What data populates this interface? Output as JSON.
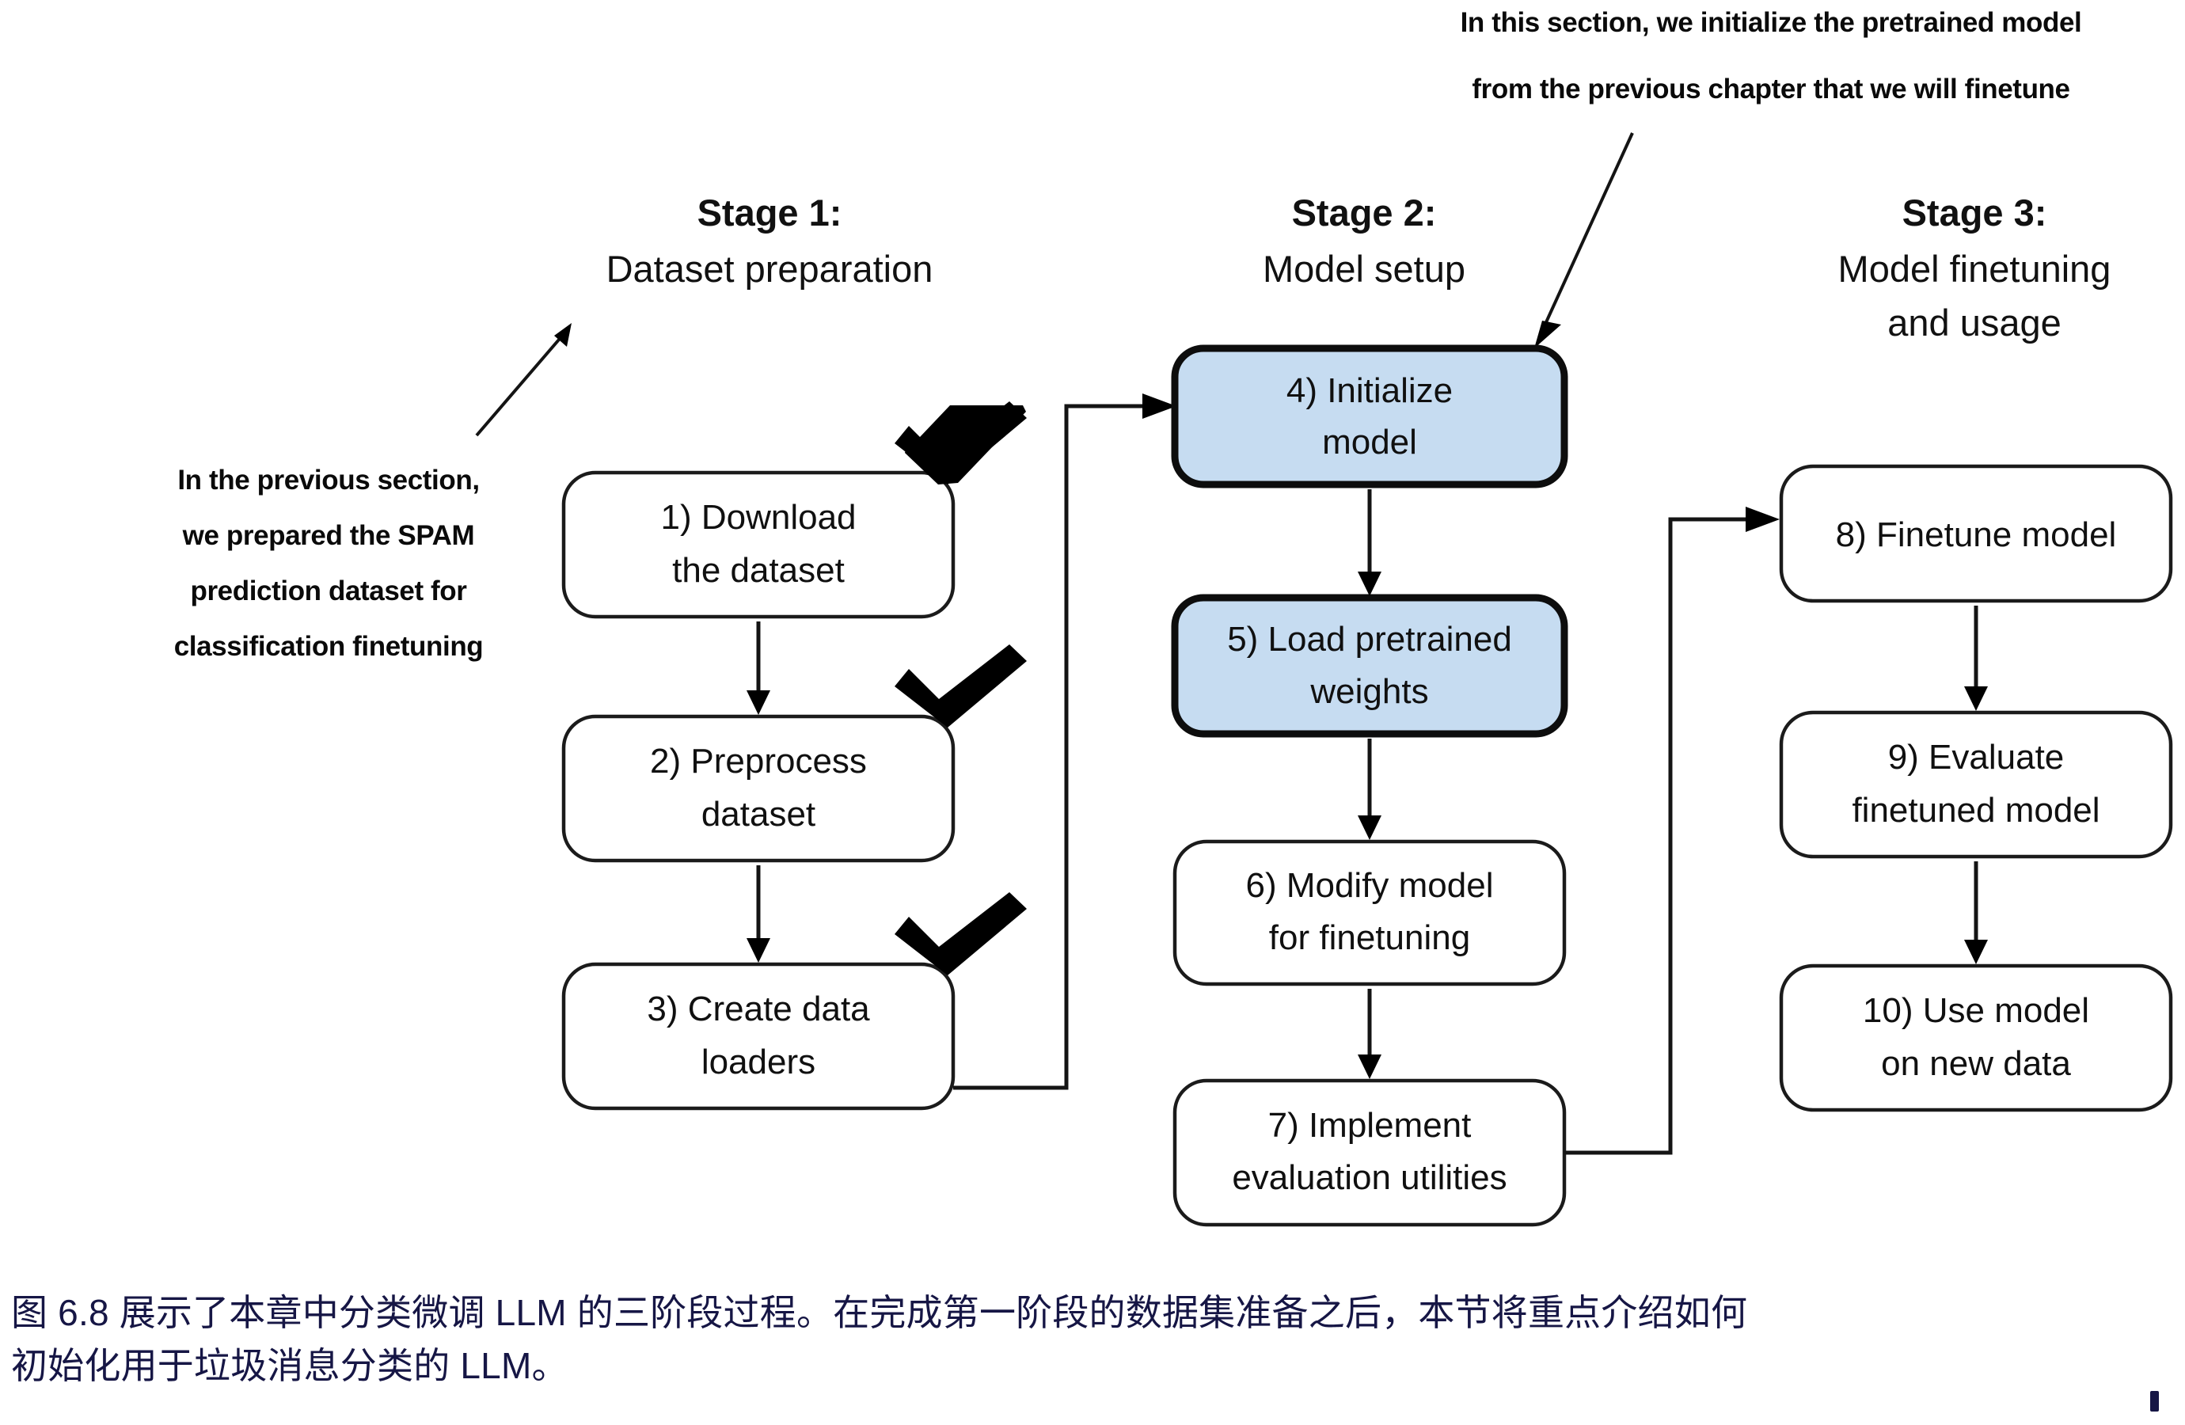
{
  "figure": {
    "annotations": [
      {
        "name": "top-annotation",
        "lines": [
          "In this section, we initialize the pretrained model",
          "from the previous chapter that we will finetune"
        ]
      },
      {
        "name": "left-annotation",
        "lines": [
          "In the previous section,",
          "we prepared the SPAM",
          "prediction dataset for",
          "classification finetuning"
        ]
      }
    ],
    "stages": [
      {
        "id": "stage-1",
        "title_bold": "Stage 1:",
        "title_regular": "Dataset preparation",
        "steps": [
          {
            "id": "step-1",
            "lines": [
              "1) Download",
              "the dataset"
            ],
            "highlighted": false,
            "checked": true
          },
          {
            "id": "step-2",
            "lines": [
              "2) Preprocess",
              "dataset"
            ],
            "highlighted": false,
            "checked": true
          },
          {
            "id": "step-3",
            "lines": [
              "3) Create data",
              "loaders"
            ],
            "highlighted": false,
            "checked": true
          }
        ]
      },
      {
        "id": "stage-2",
        "title_bold": "Stage 2:",
        "title_regular": "Model setup",
        "title_regular_2": "",
        "steps": [
          {
            "id": "step-4",
            "lines": [
              "4) Initialize",
              "model"
            ],
            "highlighted": true,
            "checked": false
          },
          {
            "id": "step-5",
            "lines": [
              "5) Load pretrained",
              "weights"
            ],
            "highlighted": true,
            "checked": false
          },
          {
            "id": "step-6",
            "lines": [
              "6) Modify model",
              "for finetuning"
            ],
            "highlighted": false,
            "checked": false
          },
          {
            "id": "step-7",
            "lines": [
              "7) Implement",
              "evaluation utilities"
            ],
            "highlighted": false,
            "checked": false
          }
        ]
      },
      {
        "id": "stage-3",
        "title_bold": "Stage 3:",
        "title_regular": "Model finetuning",
        "title_regular_2": "and usage",
        "steps": [
          {
            "id": "step-8",
            "lines": [
              "8) Finetune model"
            ],
            "highlighted": false,
            "checked": false
          },
          {
            "id": "step-9",
            "lines": [
              "9) Evaluate",
              "finetuned model"
            ],
            "highlighted": false,
            "checked": false
          },
          {
            "id": "step-10",
            "lines": [
              "10) Use model",
              "on new data"
            ],
            "highlighted": false,
            "checked": false
          }
        ]
      }
    ],
    "colors": {
      "highlight_fill": "#c6dcf1",
      "box_stroke": "#1b1b1b",
      "highlight_stroke": "#0d0d0d",
      "caption_text": "#161645",
      "background": "#ffffff"
    }
  },
  "caption": {
    "line1": "图 6.8 展示了本章中分类微调 LLM 的三阶段过程。在完成第一阶段的数据集准备之后，本节将重点介绍如何",
    "line2": "初始化用于垃圾消息分类的 LLM。"
  }
}
